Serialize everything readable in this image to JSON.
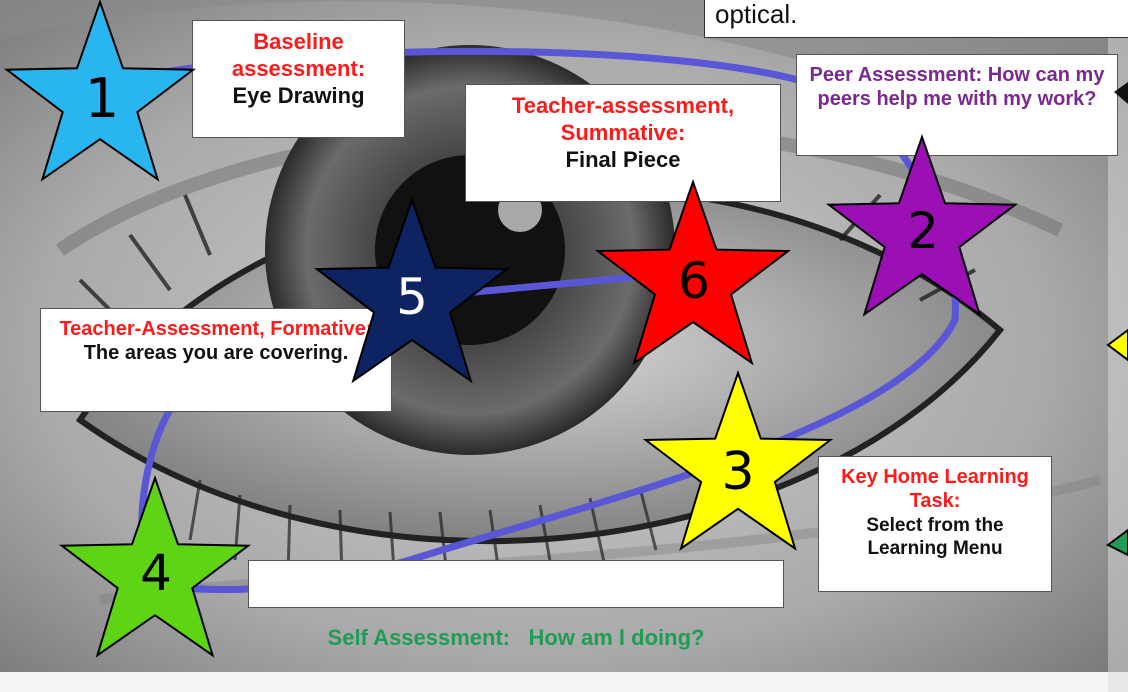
{
  "top_box": {
    "text": "optical."
  },
  "steps": [
    {
      "number": "1",
      "heading": "Baseline assessment:",
      "detail": "Eye Drawing",
      "star_color": "#29b6f0"
    },
    {
      "number": "2",
      "heading": "Peer Assessment: How can my peers help me with my work?",
      "detail": "",
      "star_color": "#9b10b5"
    },
    {
      "number": "3",
      "heading": "Key Home Learning Task:",
      "detail": "Select from the Learning Menu",
      "star_color": "#ffff00"
    },
    {
      "number": "4",
      "heading": "Self Assessment:   How am I doing?",
      "detail": "",
      "star_color": "#5fd415"
    },
    {
      "number": "5",
      "heading": "Teacher-Assessment, Formative:",
      "detail": "The areas you are covering.",
      "star_color": "#0e2362"
    },
    {
      "number": "6",
      "heading": "Teacher-assessment, Summative:",
      "detail": "Final Piece",
      "star_color": "#ff0000"
    }
  ],
  "colors": {
    "path": "#5a57d6",
    "heading_red": "#ff1a1a",
    "heading_purple": "#7a2a8e",
    "heading_green": "#1f9d55"
  }
}
